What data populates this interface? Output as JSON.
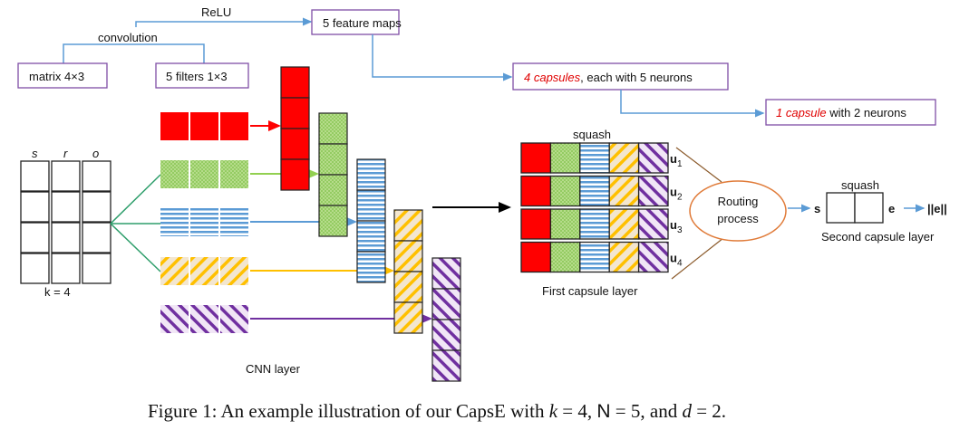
{
  "flow_boxes": {
    "matrix": "matrix 4×3",
    "filters": "5 filters 1×3",
    "feature_maps": "5 feature maps",
    "capsules4_em": "4 capsules",
    "capsules4_rest": ", each with 5 neurons",
    "capsule1_em": "1 capsule",
    "capsule1_rest": " with 2 neurons"
  },
  "flow_labels": {
    "convolution": "convolution",
    "relu": "ReLU"
  },
  "matrix": {
    "columns": [
      "s",
      "r",
      "o"
    ],
    "rows": 4,
    "k_label": "k = 4"
  },
  "cnn": {
    "label": "CNN layer",
    "filters": [
      {
        "name": "red",
        "color": "#ff0000",
        "pattern": "solid"
      },
      {
        "name": "green",
        "color": "#92d050",
        "pattern": "dots"
      },
      {
        "name": "blue",
        "color": "#5b9bd5",
        "pattern": "horizontal-stripes"
      },
      {
        "name": "orange",
        "color": "#ffc000",
        "pattern": "diagonal-up"
      },
      {
        "name": "purple",
        "color": "#7030a0",
        "pattern": "diagonal-down"
      }
    ]
  },
  "first_capsule_layer": {
    "squash_label": "squash",
    "label": "First capsule layer",
    "capsules": [
      "u",
      "u",
      "u",
      "u"
    ],
    "subscripts": [
      "1",
      "2",
      "3",
      "4"
    ]
  },
  "routing": {
    "line1": "Routing",
    "line2": "process"
  },
  "second_capsule_layer": {
    "squash_label": "squash",
    "s_label": "s",
    "e_label": "e",
    "norm_label": "||e||",
    "label": "Second capsule layer"
  },
  "caption": {
    "prefix": "Figure 1:  An example illustration of our CapsE with ",
    "k": "k",
    "k_val": " = 4, ",
    "n": "N",
    "n_val": " = 5, and ",
    "d": "d",
    "d_val": " = 2."
  },
  "colors": {
    "box_border": "#7f4fa6",
    "flow_arrow": "#5b9bd5",
    "emphasis": "#e00000",
    "routing_ellipse": "#e07b39",
    "routing_lines": "#8b5a2b",
    "matrix_lines": "#2e9e6b"
  }
}
